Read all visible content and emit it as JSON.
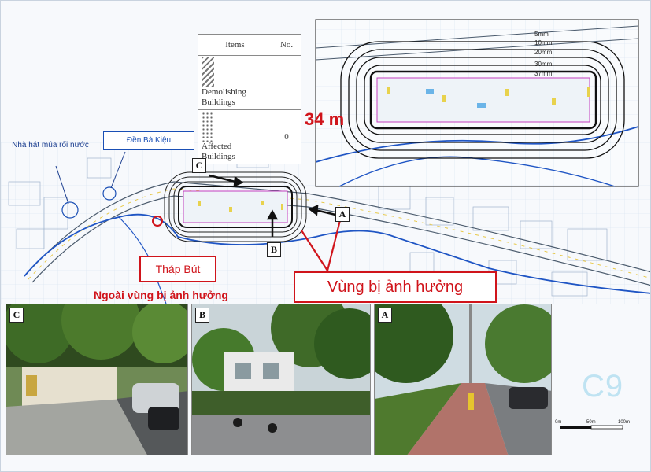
{
  "legend": {
    "header_items": "Items",
    "header_no": "No.",
    "rows": [
      {
        "label": "Demolishing Buildings",
        "value": "-"
      },
      {
        "label": "Affected Buildings",
        "value": "0"
      }
    ]
  },
  "labels": {
    "distance": "34 m",
    "puppet_theatre": "Nhà hát múa rối nước",
    "temple": "Đền Bà Kiệu",
    "tower": "Tháp Bút",
    "outside_zone": "Ngoài vùng bị ảnh hưởng",
    "affected_zone": "Vùng bị ảnh hưởng",
    "station_code": "C9"
  },
  "viewpoints": [
    "C",
    "B",
    "A"
  ],
  "inset_contours": [
    "5mm",
    "10mm",
    "20mm",
    "30mm",
    "37mm"
  ],
  "scale_bar": {
    "ticks": [
      "0m",
      "50m",
      "100m"
    ]
  },
  "colors": {
    "accent_red": "#d0141b",
    "accent_blue": "#1a4fb5",
    "station_text": "#bfe3f2"
  },
  "photos": [
    {
      "tag": "C",
      "desc": ""
    },
    {
      "tag": "B",
      "desc": ""
    },
    {
      "tag": "A",
      "desc": ""
    }
  ]
}
